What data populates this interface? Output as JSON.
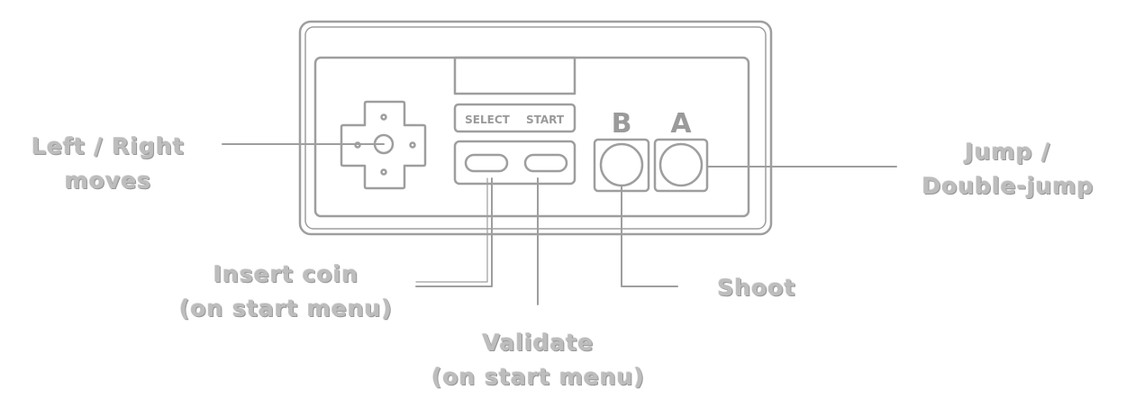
{
  "controller": {
    "select_label": "SELECT",
    "start_label": "START",
    "b_label": "B",
    "a_label": "A",
    "outline_color": "#9e9e9e"
  },
  "labels": {
    "dpad": [
      "Left / Right",
      "moves"
    ],
    "jump": [
      "Jump /",
      "Double-jump"
    ],
    "select": [
      "Insert coin",
      "(on start menu)"
    ],
    "start": [
      "Validate",
      "(on start menu)"
    ],
    "b_button": [
      "Shoot"
    ]
  },
  "colors": {
    "label_text": "#bdbdbd",
    "lines": "#9e9e9e",
    "background": "#ffffff"
  }
}
